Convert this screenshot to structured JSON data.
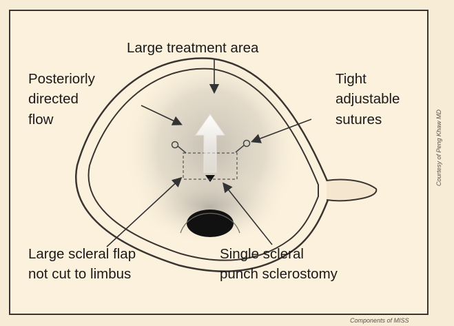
{
  "labels": {
    "treatment_area": "Large treatment area",
    "flow_line1": "Posteriorly",
    "flow_line2": "directed",
    "flow_line3": "flow",
    "sutures_line1": "Tight",
    "sutures_line2": "adjustable",
    "sutures_line3": "sutures",
    "flap_line1": "Large scleral flap",
    "flap_line2": "not cut to limbus",
    "punch_line1": "Single scleral",
    "punch_line2": "punch sclerostomy"
  },
  "credits": {
    "side": "Courtesy of Peng Khaw MD",
    "bottom": "Components of MISS"
  },
  "colors": {
    "background": "#f7ecd6",
    "panel": "#fbf1dc",
    "outline": "#3a3530",
    "text": "#1a1a1a"
  }
}
